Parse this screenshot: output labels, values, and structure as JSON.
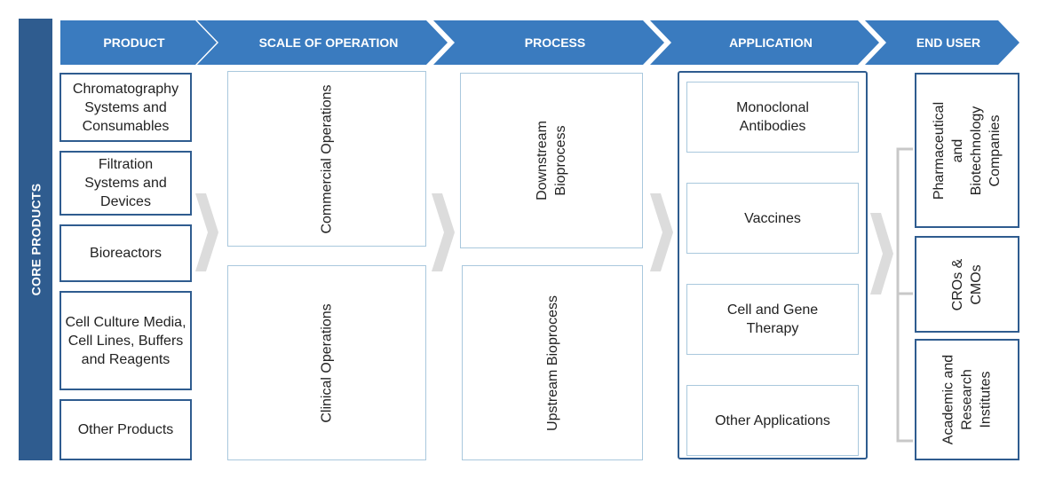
{
  "side_label": "CORE PRODUCTS",
  "headers": [
    "PRODUCT",
    "SCALE OF OPERATION",
    "PROCESS",
    "APPLICATION",
    "END USER"
  ],
  "product": [
    "Chromatography Systems and Consumables",
    "Filtration Systems and Devices",
    "Bioreactors",
    "Cell Culture Media, Cell Lines, Buffers and Reagents",
    "Other Products"
  ],
  "scale": [
    "Commercial Operations",
    "Clinical Operations"
  ],
  "process": [
    "Downstream Bioprocess",
    "Upstream Bioprocess"
  ],
  "application": [
    "Monoclonal Antibodies",
    "Vaccines",
    "Cell and Gene Therapy",
    "Other Applications"
  ],
  "end_user": [
    "Pharmaceutical and Biotechnology Companies",
    "CROs & CMOs",
    "Academic and Research Institutes"
  ],
  "colors": {
    "header_blue": "#3a7bbf",
    "side_blue": "#2f5c8f",
    "box_border_dark": "#2f5c8f",
    "box_border_light": "#a9c8dd",
    "arrow_grey": "#dcdcdc"
  }
}
